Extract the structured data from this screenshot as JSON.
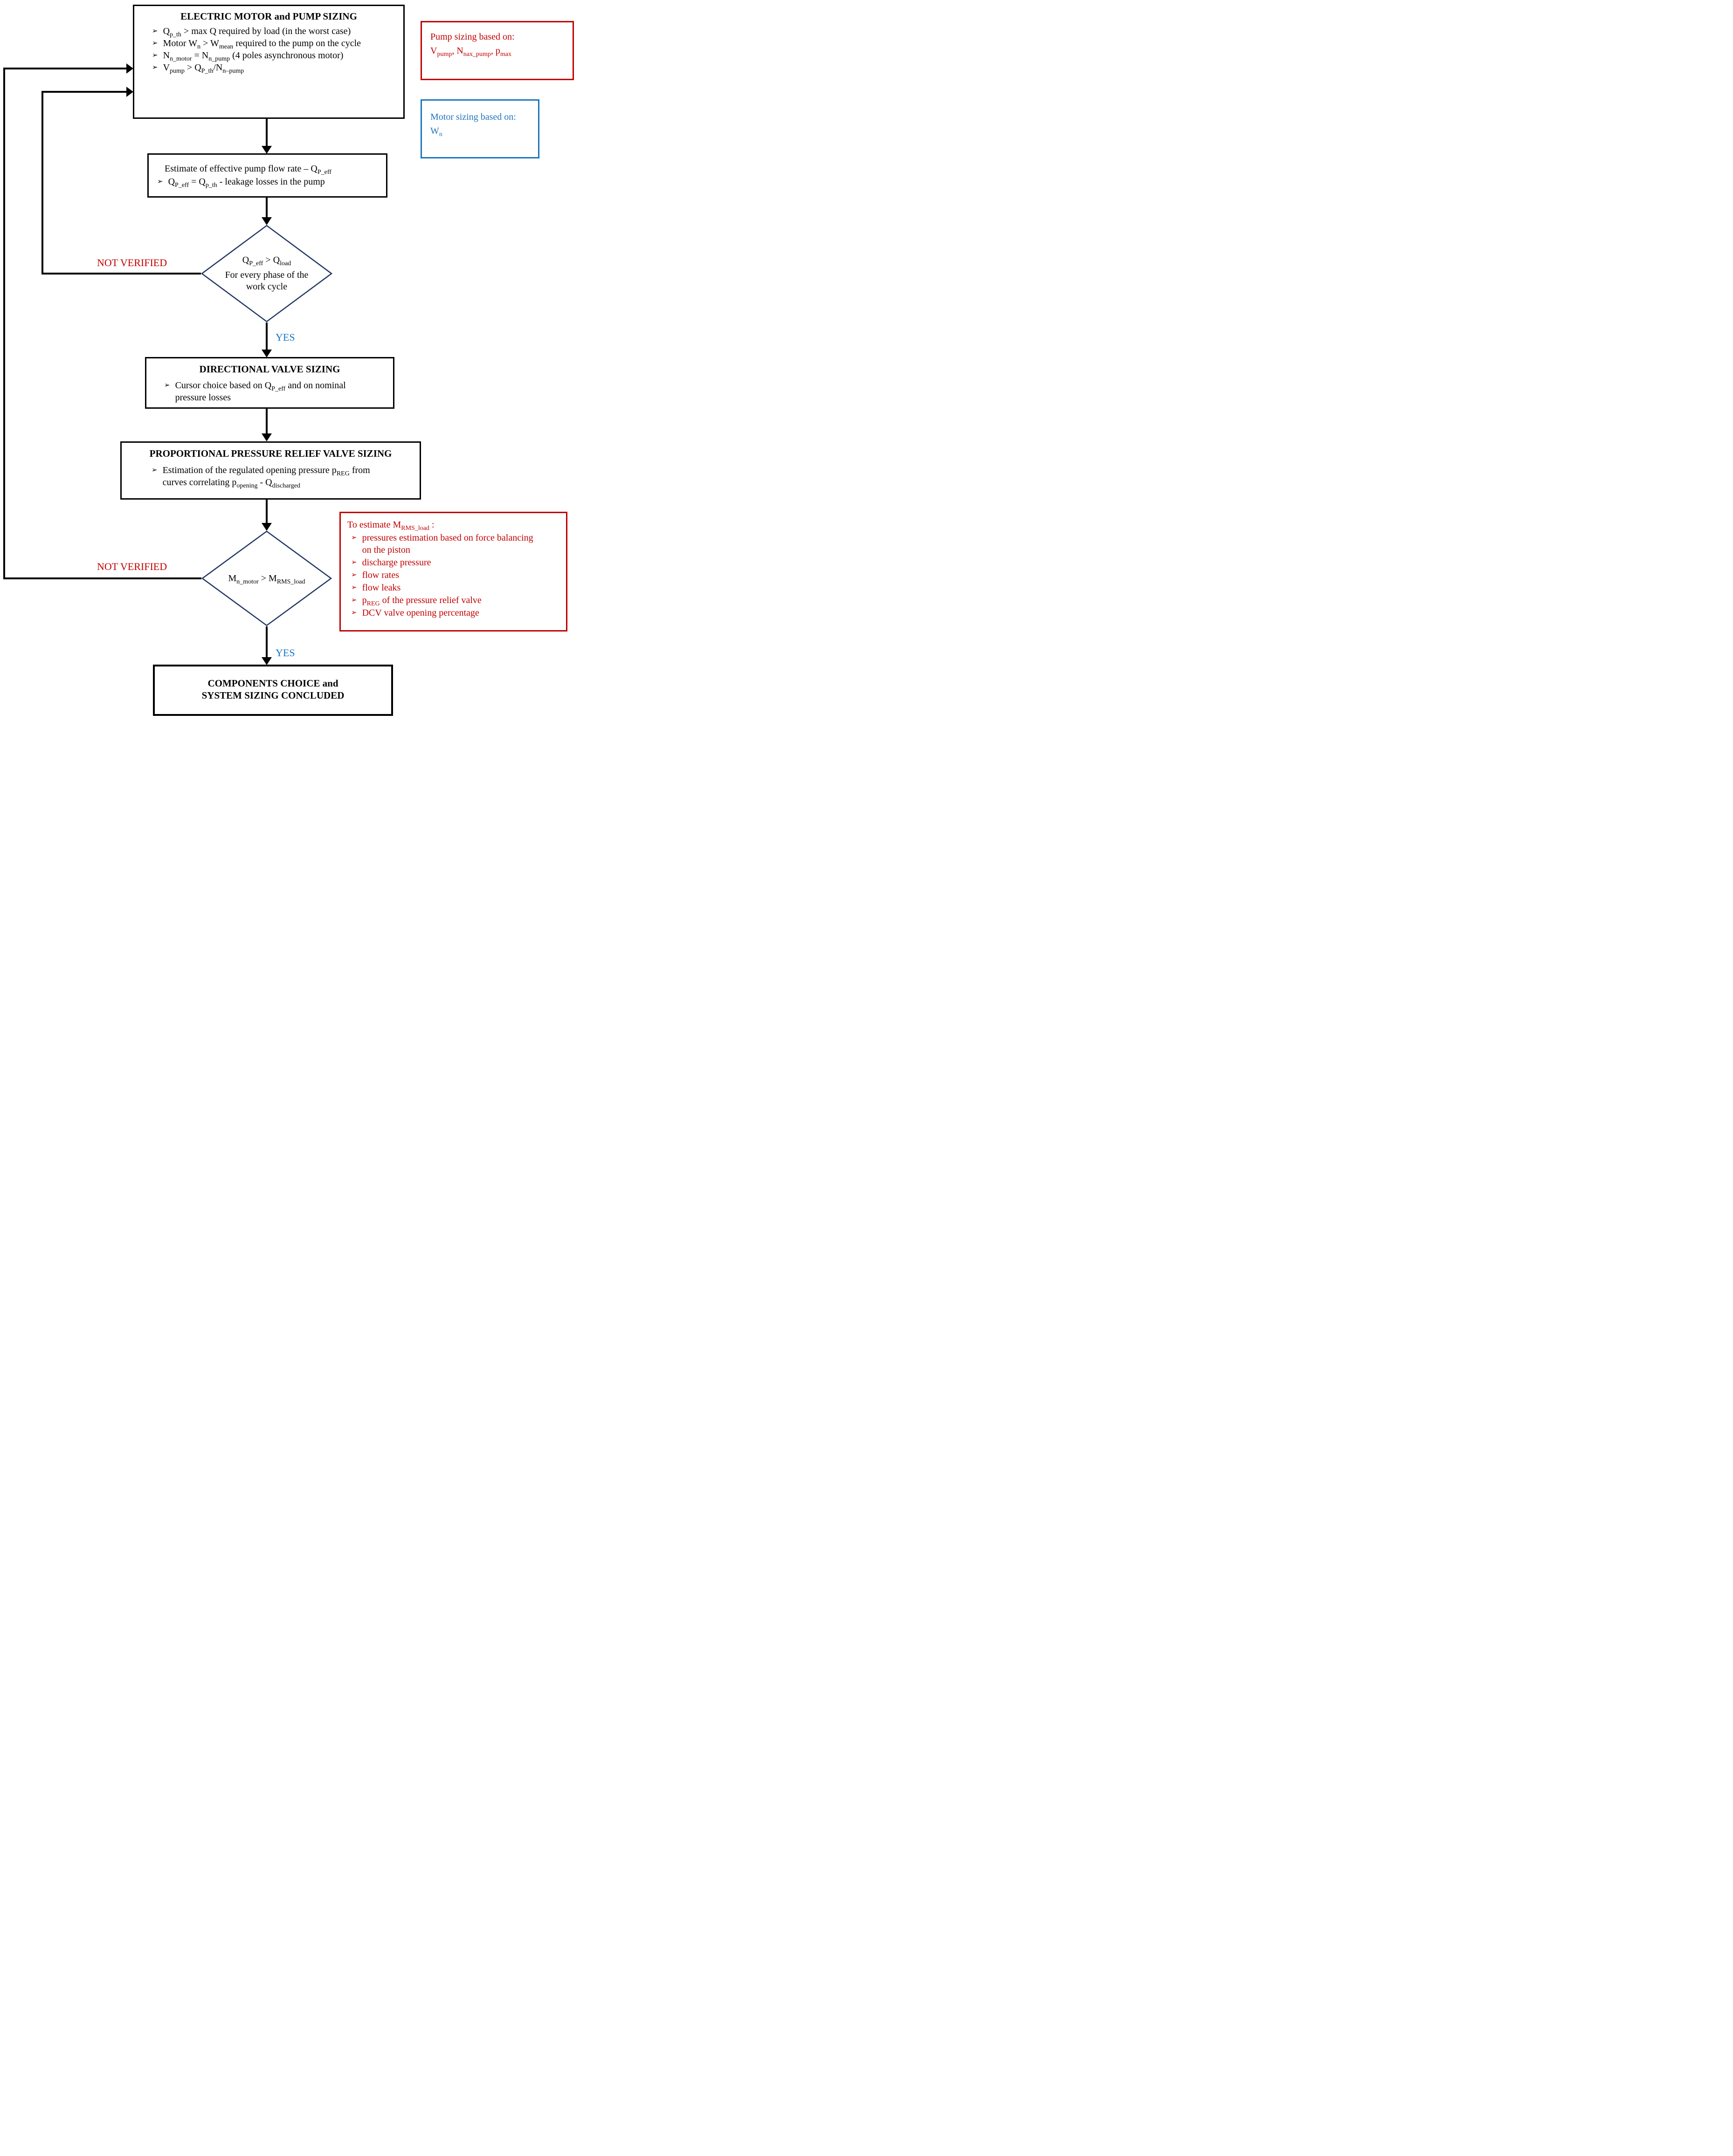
{
  "colors": {
    "line_black": "#000000",
    "diamond_navy": "#1F3864",
    "accent_red": "#C00000",
    "accent_blue": "#1B75BC",
    "yes_blue": "#1474C4"
  },
  "flowchart": {
    "bullet_glyph": "➢",
    "box1": {
      "title": "ELECTRIC MOTOR and PUMP SIZING",
      "bullets": [
        "Q{p_th} > max Q required by load (in the worst case)",
        "Motor W{n}  > W{mean} required  to the pump on the cycle",
        "N{n_motor} = N{n_pump} (4 poles asynchronous motor)",
        "V{pump} > Q{P_th}/N{n–pump}"
      ]
    },
    "note_pump": {
      "line1": "Pump sizing based on:",
      "line2": "V{pump}, N{nax_pump}, p{max}"
    },
    "note_motor": {
      "text": "Motor sizing based on: W{n}"
    },
    "box2": {
      "line1": "Estimate of effective pump flow rate – Q{P_eff}",
      "bullet": "Q{P_eff} = Q{p_th} -  leakage losses in the pump"
    },
    "decision1": {
      "line1": "Q{P_eff} > Q{load}",
      "line2": "For every phase of the work cycle",
      "no_label": "NOT VERIFIED",
      "yes_label": "YES"
    },
    "box3": {
      "title": "DIRECTIONAL VALVE SIZING",
      "bullet": "Cursor choice based on Q{P_eff}  and on nominal pressure losses"
    },
    "box4": {
      "title": "PROPORTIONAL PRESSURE RELIEF VALVE  SIZING",
      "bullet": "Estimation of the regulated opening pressure p{REG} from curves correlating p{opening} - Q{discharged}"
    },
    "decision2": {
      "text": "M{n_motor} > M{RMS_load}",
      "no_label": "NOT VERIFIED",
      "yes_label": "YES"
    },
    "note_estimate": {
      "title": "To estimate  M{RMS_load} :",
      "bullets": [
        "pressures estimation based on force balancing on the piston",
        "discharge pressure",
        "flow rates",
        "flow leaks",
        "p{REG} of the pressure relief valve",
        " DCV valve opening percentage"
      ]
    },
    "box5": {
      "line1": "COMPONENTS CHOICE and",
      "line2": "SYSTEM SIZING CONCLUDED"
    }
  }
}
